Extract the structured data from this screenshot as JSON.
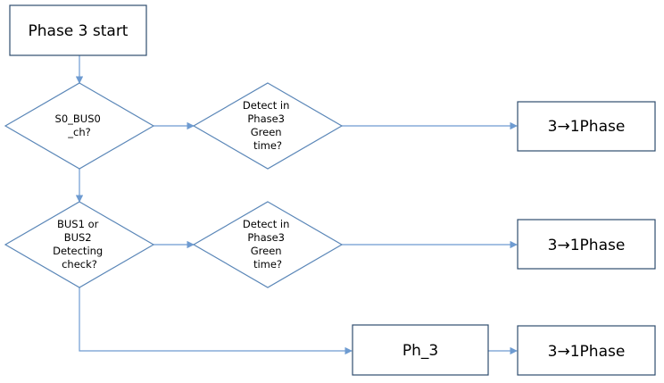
{
  "nodes": {
    "start": {
      "label": "Phase 3 start"
    },
    "d_s0bus0": {
      "lines": [
        "S0_BUS0",
        "_ch?"
      ]
    },
    "d_detect1": {
      "lines": [
        "Detect in",
        "Phase3",
        "Green",
        "time?"
      ]
    },
    "r_phase1": {
      "label": "3→1Phase"
    },
    "d_bus12": {
      "lines": [
        "BUS1  or",
        "BUS2",
        "Detecting",
        "check?"
      ]
    },
    "d_detect2": {
      "lines": [
        "Detect in",
        "Phase3",
        "Green",
        "time?"
      ]
    },
    "r_phase2": {
      "label": "3→1Phase"
    },
    "p_ph3": {
      "label": "Ph_3"
    },
    "r_phase3": {
      "label": "3→1Phase"
    }
  },
  "colors": {
    "box_border": "#2f4d6e",
    "diamond_border": "#5b87b8",
    "connector": "#6e9bd1"
  }
}
